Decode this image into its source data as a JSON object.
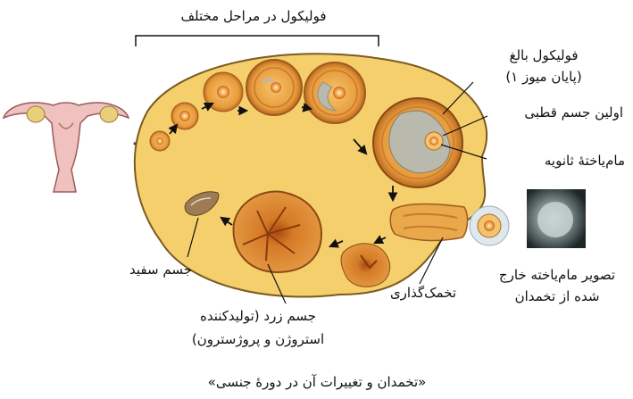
{
  "labels": {
    "top_title": "فولیکول در مراحل مختلف",
    "mature_follicle_line1": "فولیکول بالغ",
    "mature_follicle_line2": "(پایان میوز ۱)",
    "first_polar_body": "اولین جسم قطبی",
    "secondary_oocyte": "مام‌یاختهٔ ثانویه",
    "ovulated_photo_line1": "تصویر مام‌یاخته خارج",
    "ovulated_photo_line2": "شده از تخمدان",
    "ovulation": "تخمک‌گذاری",
    "corpus_luteum_line1": "جسم زرد (تولیدکننده",
    "corpus_luteum_line2": "استروژن و پروژسترون)",
    "corpus_albicans": "جسم سفید",
    "caption": "«تخمدان و تغییرات آن در دورهٔ جنسی»"
  },
  "colors": {
    "ovary_fill": "#f6cf6d",
    "ovary_stroke": "#7a5a1f",
    "follicle_ring": "#d98a2e",
    "follicle_fill": "#e9a84a",
    "oocyte": "#f4a24a",
    "corpus_luteum": "#d2741f",
    "corpus_albicans": "#9c7b55",
    "antrum": "#b9b9ad"
  }
}
